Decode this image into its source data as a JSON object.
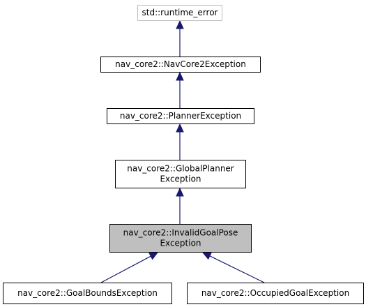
{
  "diagram": {
    "nodes": [
      {
        "id": "runtime_error",
        "lines": [
          "std::runtime_error"
        ],
        "style": "external"
      },
      {
        "id": "navcore2_exception",
        "lines": [
          "nav_core2::NavCore2Exception"
        ],
        "style": "normal"
      },
      {
        "id": "planner_exception",
        "lines": [
          "nav_core2::PlannerException"
        ],
        "style": "normal"
      },
      {
        "id": "global_planner_exception",
        "lines": [
          "nav_core2::GlobalPlanner",
          "Exception"
        ],
        "style": "normal"
      },
      {
        "id": "invalid_goal_pose_exception",
        "lines": [
          "nav_core2::InvalidGoalPose",
          "Exception"
        ],
        "style": "highlighted"
      },
      {
        "id": "goal_bounds_exception",
        "lines": [
          "nav_core2::GoalBoundsException"
        ],
        "style": "normal"
      },
      {
        "id": "occupied_goal_exception",
        "lines": [
          "nav_core2::OccupiedGoalException"
        ],
        "style": "normal"
      }
    ],
    "edges": [
      {
        "from": "navcore2_exception",
        "to": "runtime_error"
      },
      {
        "from": "planner_exception",
        "to": "navcore2_exception"
      },
      {
        "from": "global_planner_exception",
        "to": "planner_exception"
      },
      {
        "from": "invalid_goal_pose_exception",
        "to": "global_planner_exception"
      },
      {
        "from": "goal_bounds_exception",
        "to": "invalid_goal_pose_exception"
      },
      {
        "from": "occupied_goal_exception",
        "to": "invalid_goal_pose_exception"
      }
    ],
    "colors": {
      "edge": "#191970",
      "external_border": "#bfbfbf",
      "highlight_fill": "#bfbfbf"
    }
  }
}
